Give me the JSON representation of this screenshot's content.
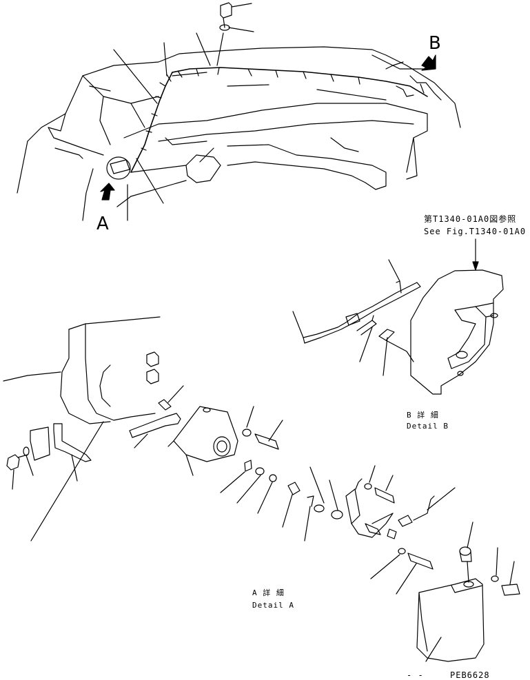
{
  "callouts": {
    "view_a": "A",
    "view_b": "B"
  },
  "reference": {
    "jp": "第T1340-01A0図参照",
    "en": "See Fig.T1340-01A0"
  },
  "detail_b": {
    "jp": "B 詳 細",
    "en": "Detail B"
  },
  "detail_a": {
    "jp": "A 詳 細",
    "en": "Detail A"
  },
  "drawing_number": "PEB6628",
  "footer_dashes": "- -"
}
